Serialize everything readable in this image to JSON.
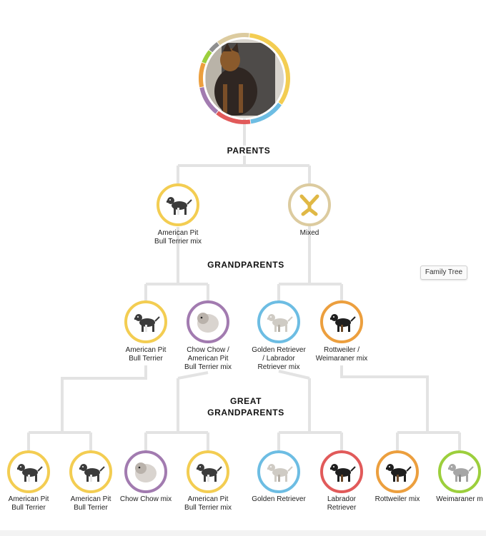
{
  "sections": {
    "parents": "PARENTS",
    "grandparents": "GRANDPARENTS",
    "great_grandparents": "GREAT\nGRANDPARENTS"
  },
  "tooltip": "Family Tree",
  "colors": {
    "connector": "#e3e3e3",
    "yellow": "#f3cd52",
    "tan": "#dccb9f",
    "purple": "#a27bb0",
    "blue": "#6dbde3",
    "orange": "#ec9f3e",
    "red": "#e15a5a",
    "green": "#9ccf3c",
    "gray": "#8e8e8e"
  },
  "subject": {
    "icon": "dog-photo",
    "ancestry_ring": [
      {
        "color": "yellow",
        "fraction": 0.33
      },
      {
        "color": "blue",
        "fraction": 0.13
      },
      {
        "color": "red",
        "fraction": 0.13
      },
      {
        "color": "purple",
        "fraction": 0.11
      },
      {
        "color": "orange",
        "fraction": 0.09
      },
      {
        "color": "green",
        "fraction": 0.05
      },
      {
        "color": "gray",
        "fraction": 0.04
      },
      {
        "color": "tan",
        "fraction": 0.12
      }
    ]
  },
  "parents": [
    {
      "label": "American Pit\nBull Terrier mix",
      "color": "yellow",
      "icon": "pit-bull-icon"
    },
    {
      "label": "Mixed",
      "color": "tan",
      "icon": "mixed-breed-icon"
    }
  ],
  "grandparents": [
    {
      "label": "American Pit\nBull Terrier",
      "color": "yellow",
      "icon": "pit-bull-icon"
    },
    {
      "label": "Chow Chow /\nAmerican Pit\nBull Terrier mix",
      "color": "purple",
      "icon": "chow-chow-icon"
    },
    {
      "label": "Golden Retriever\n/ Labrador\nRetriever mix",
      "color": "blue",
      "icon": "golden-retriever-icon"
    },
    {
      "label": "Rottweiler /\nWeimaraner mix",
      "color": "orange",
      "icon": "rottweiler-icon"
    }
  ],
  "great_grandparents": [
    {
      "label": "American Pit\nBull Terrier",
      "color": "yellow",
      "icon": "pit-bull-icon"
    },
    {
      "label": "American Pit\nBull Terrier",
      "color": "yellow",
      "icon": "pit-bull-icon"
    },
    {
      "label": "Chow Chow mix",
      "color": "purple",
      "icon": "chow-chow-icon"
    },
    {
      "label": "American Pit\nBull Terrier mix",
      "color": "yellow",
      "icon": "pit-bull-icon"
    },
    {
      "label": "Golden Retriever",
      "color": "blue",
      "icon": "golden-retriever-icon"
    },
    {
      "label": "Labrador\nRetriever",
      "color": "red",
      "icon": "labrador-icon"
    },
    {
      "label": "Rottweiler mix",
      "color": "orange",
      "icon": "rottweiler-icon"
    },
    {
      "label": "Weimaraner m",
      "color": "green",
      "icon": "weimaraner-icon"
    }
  ]
}
